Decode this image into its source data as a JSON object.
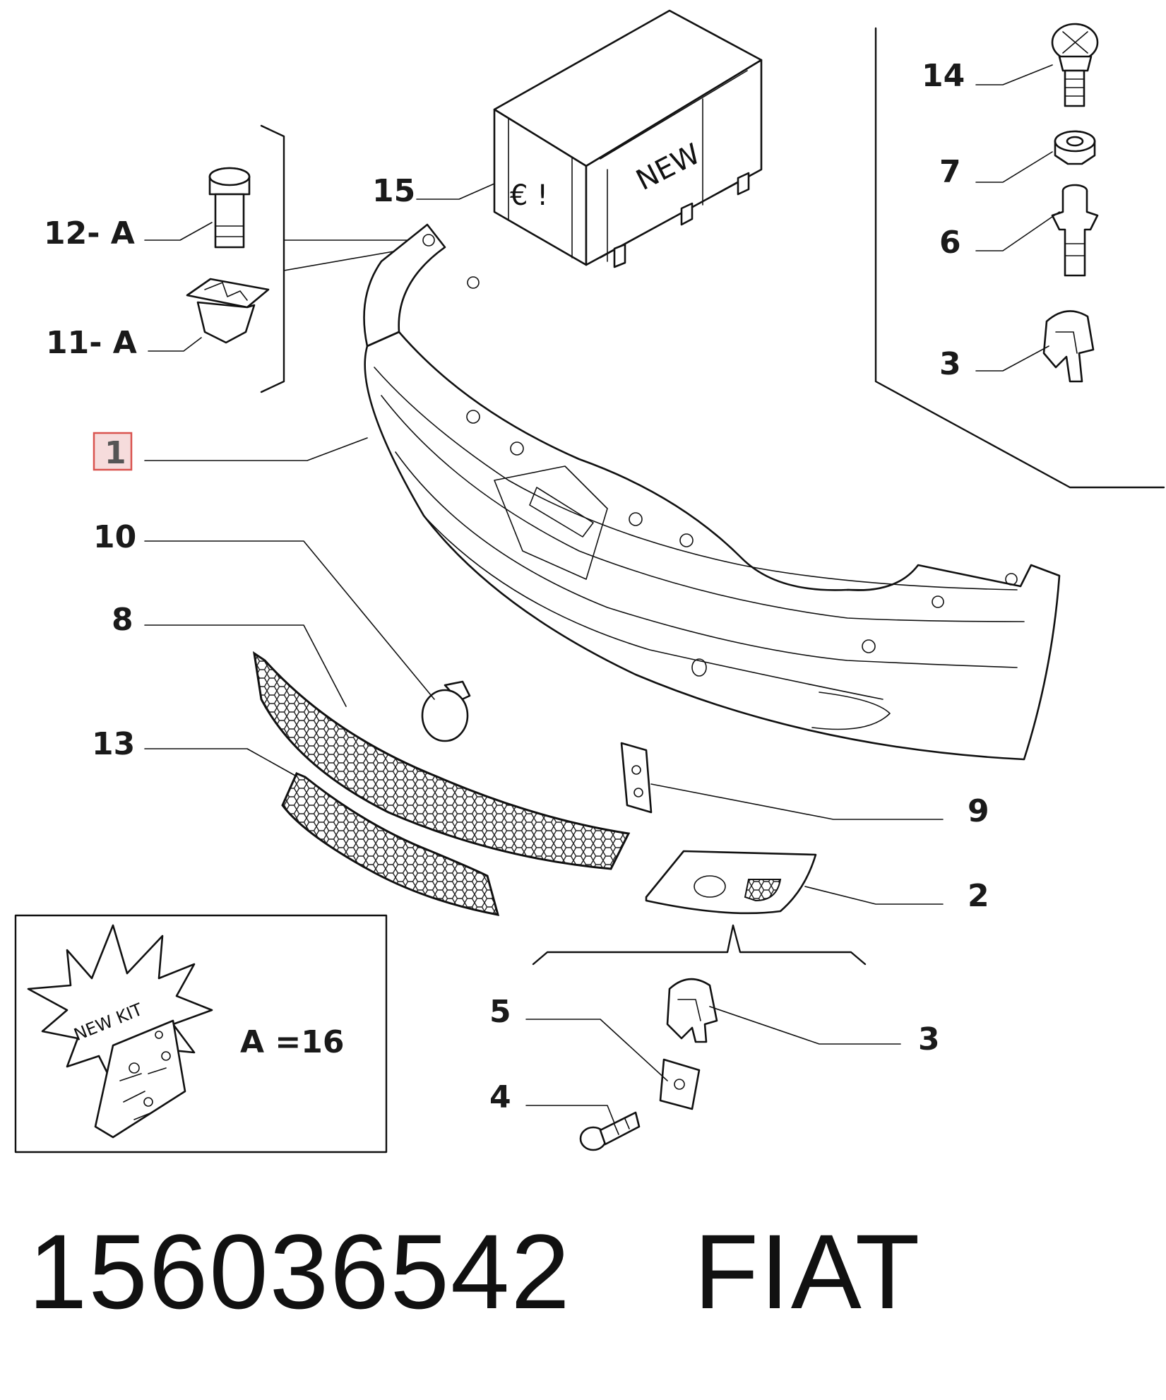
{
  "callouts": {
    "c14": "14",
    "c7": "7",
    "c6": "6",
    "c3a": "3",
    "c15": "15",
    "c12": "12- A",
    "c11": "11- A",
    "c1": "1",
    "c10": "10",
    "c8": "8",
    "c13": "13",
    "c9": "9",
    "c2": "2",
    "c5": "5",
    "c4": "4",
    "c3b": "3"
  },
  "box_label": {
    "euro": "€ !",
    "new": "NEW"
  },
  "kit": {
    "star_label": "NEW KIT",
    "kit_label": "A  =16"
  },
  "footer": {
    "part_number": "156036542",
    "brand": "FIAT"
  },
  "highlight_color": "#d9534f",
  "highlight_fill": "#f6dcdc"
}
